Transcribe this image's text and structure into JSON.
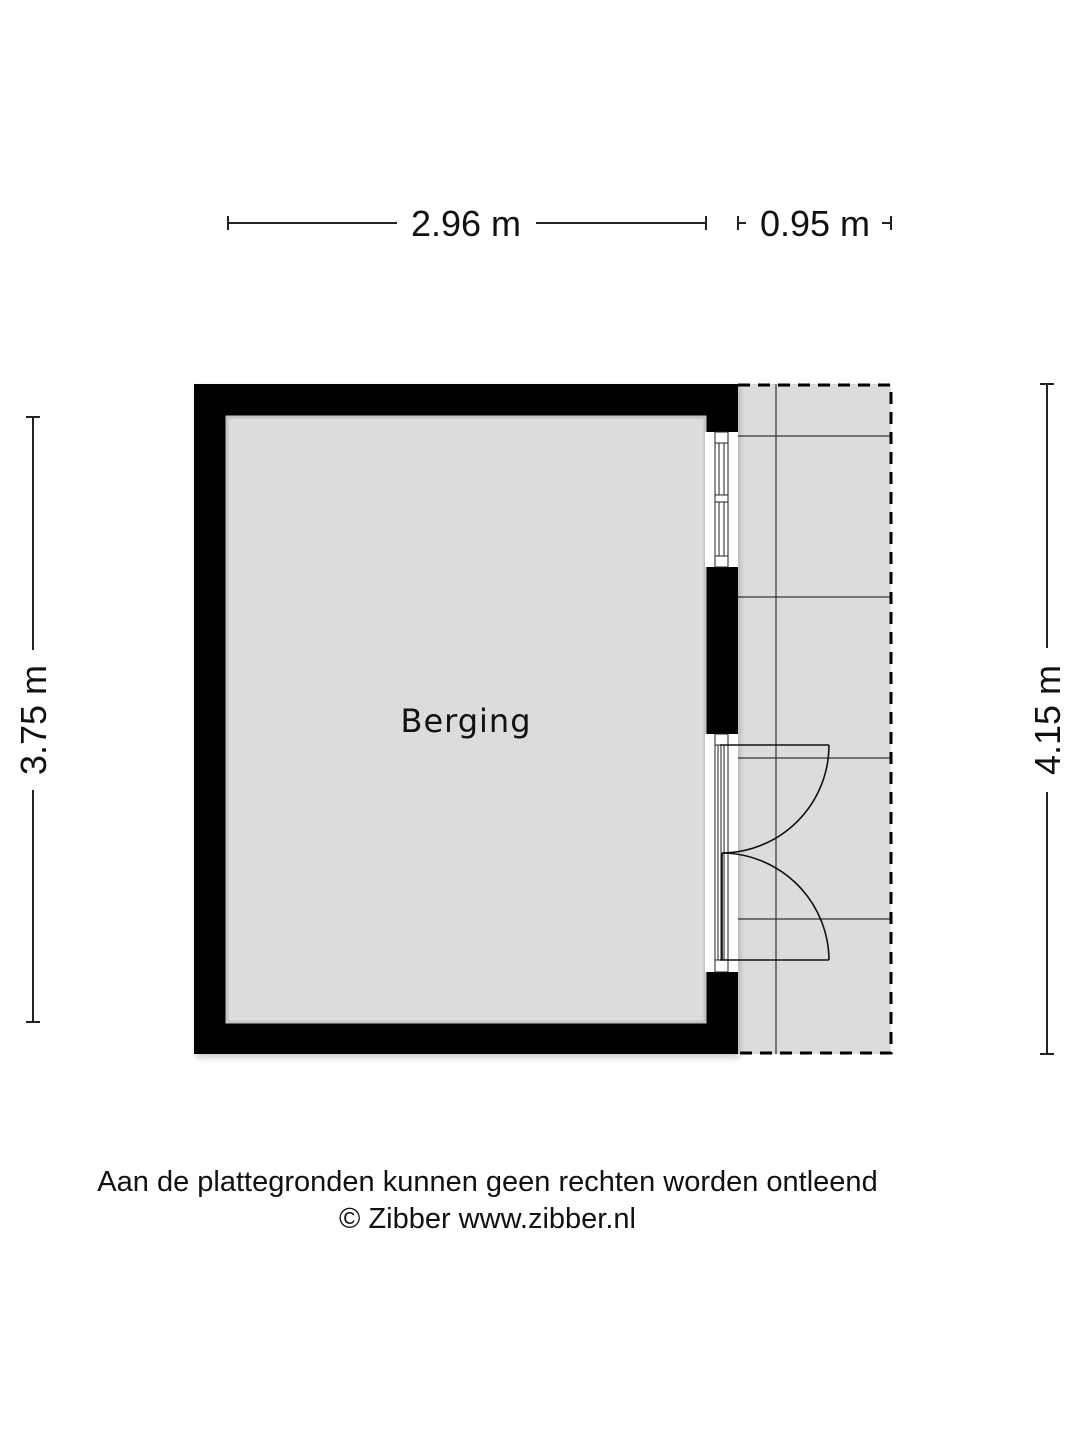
{
  "floorplan": {
    "room": {
      "name": "Berging"
    },
    "dimensions": {
      "top_main": "2.96 m",
      "top_extension": "0.95 m",
      "left": "3.75 m",
      "right": "4.15 m"
    },
    "colors": {
      "wall": "#000000",
      "floor": "#dcdcdc",
      "terrace": "#dcdcdc",
      "background": "#ffffff",
      "line": "#222222"
    }
  },
  "footer": {
    "disclaimer": "Aan de plattegronden kunnen geen rechten worden ontleend",
    "copyright": "© Zibber www.zibber.nl"
  }
}
